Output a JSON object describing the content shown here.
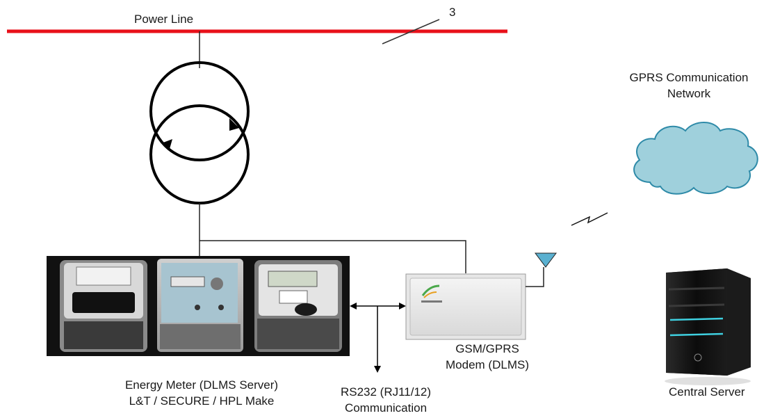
{
  "power_line": {
    "label": "Power Line",
    "phase_count": "3",
    "color": "#e8101a"
  },
  "network": {
    "label_line1": "GPRS Communication",
    "label_line2": "Network",
    "cloud_color": "#9fd0dc",
    "cloud_stroke": "#2e8aa8"
  },
  "meter": {
    "label_line1": "Energy Meter (DLMS Server)",
    "label_line2": "L&T / SECURE / HPL Make"
  },
  "modem": {
    "label_line1": "GSM/GPRS",
    "label_line2": "Modem (DLMS)"
  },
  "rs232": {
    "label_line1": "RS232 (RJ11/12)",
    "label_line2": "Communication"
  },
  "server": {
    "label": "Central Server"
  },
  "antenna_color": "#5ab0d0"
}
